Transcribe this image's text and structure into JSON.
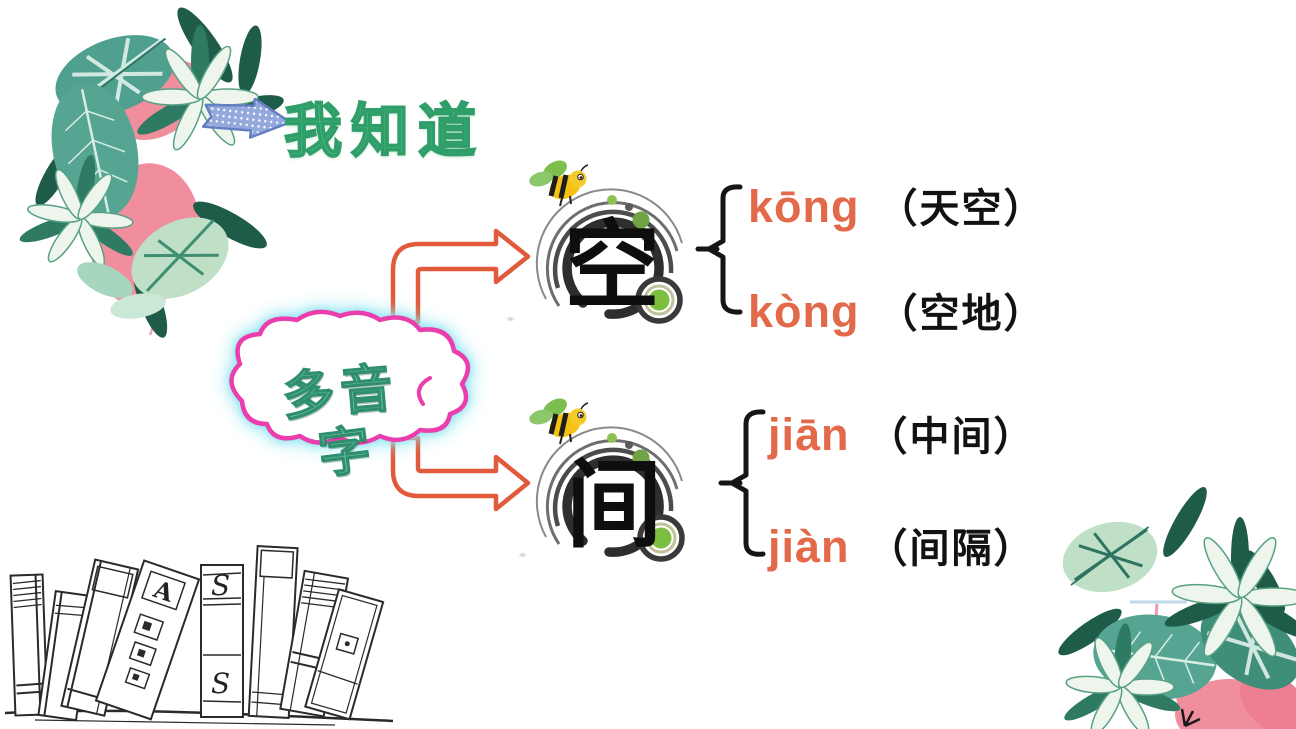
{
  "header": {
    "title": "我知道"
  },
  "cloud": {
    "line1": "多音",
    "line2": "字"
  },
  "groups": [
    {
      "character": "空",
      "readings": [
        {
          "pinyin": "kōng",
          "gloss": "（天空）"
        },
        {
          "pinyin": "kòng",
          "gloss": "（空地）"
        }
      ]
    },
    {
      "character": "间",
      "readings": [
        {
          "pinyin": "jiān",
          "gloss": "（中间）"
        },
        {
          "pinyin": "jiàn",
          "gloss": "（间隔）"
        }
      ]
    }
  ],
  "decor": {
    "book_letter_s": "S",
    "book_letter_a": "A"
  },
  "colors": {
    "page_bg": "#ffffff",
    "title_green": "#4FBE8B",
    "cloud_text": "#72C2A9",
    "cloud_stroke": "#EB3DAD",
    "cloud_glow": "#8FE5F0",
    "pinyin": "#E2694A",
    "gloss": "#121212",
    "arrow_orange": "#E25A3C",
    "bee_yellow": "#F3C212",
    "leaf_green": "#7CBF4E",
    "flamingo_pink": "#F18E9E"
  }
}
